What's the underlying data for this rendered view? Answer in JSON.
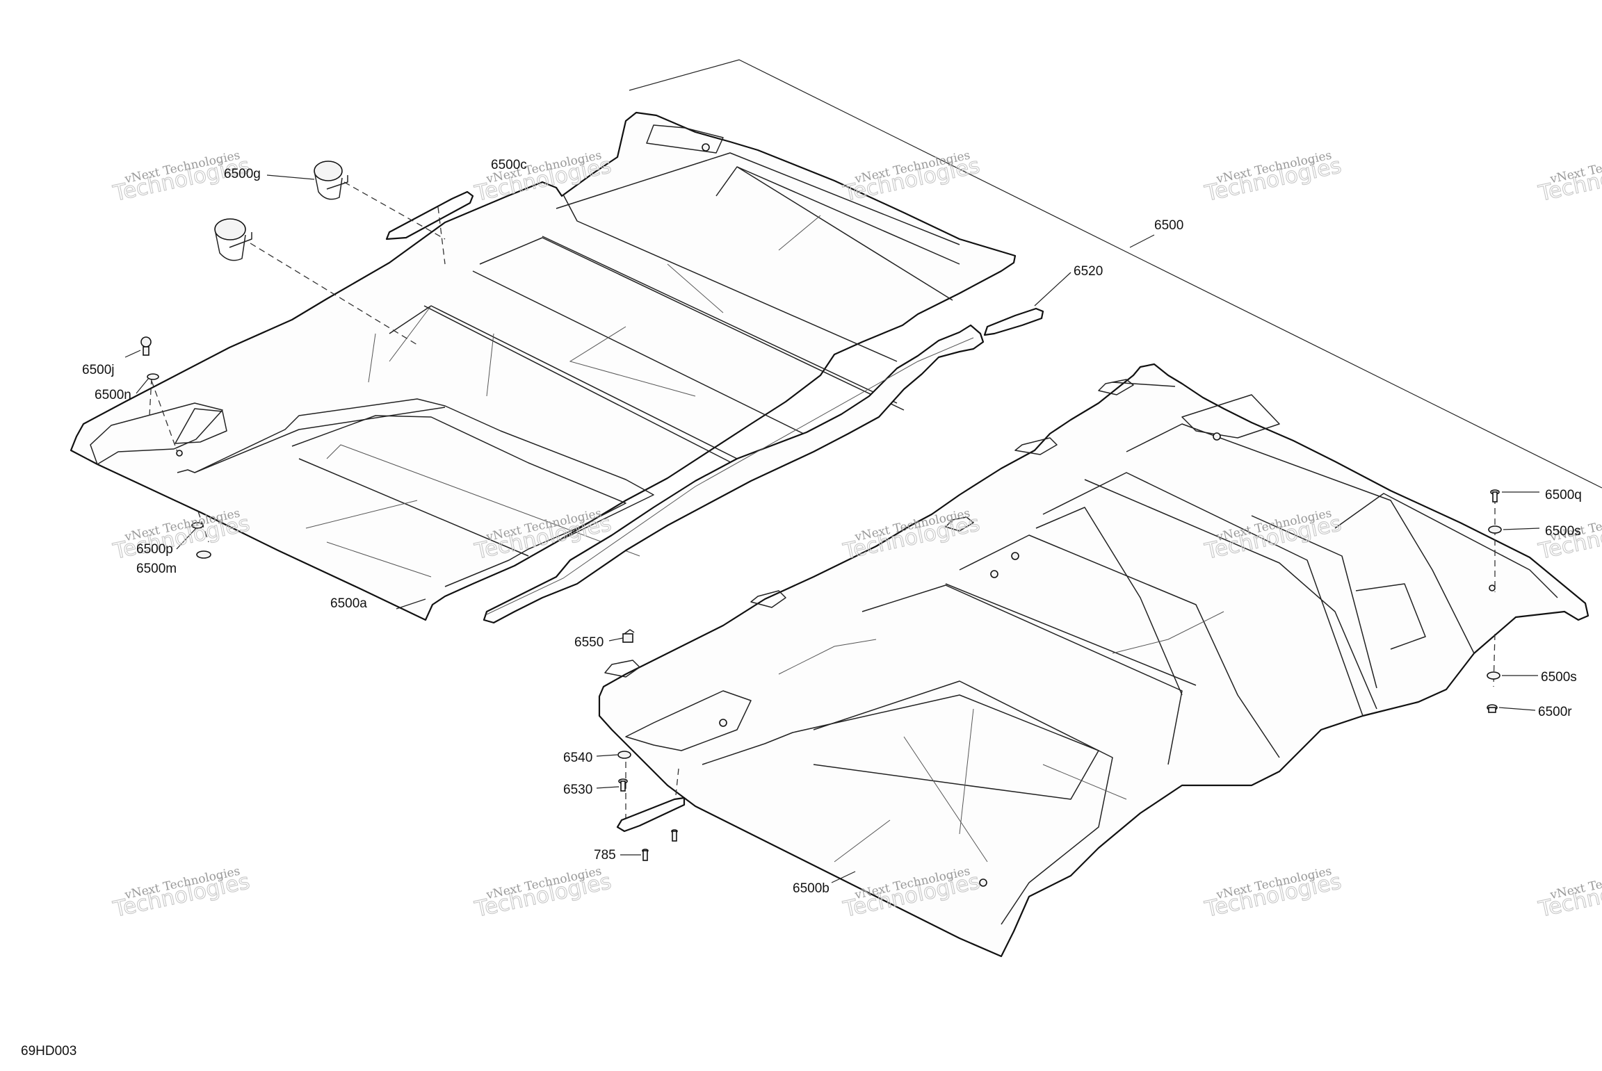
{
  "diagram": {
    "drawing_code": "69HD003",
    "watermark": {
      "line1": "vNext Technologies",
      "line2": "Technologies"
    },
    "callouts": {
      "c6500": "6500",
      "c6500a": "6500a",
      "c6500b": "6500b",
      "c6500c": "6500c",
      "c6500g": "6500g",
      "c6500j": "6500j",
      "c6500n": "6500n",
      "c6500p": "6500p",
      "c6500m": "6500m",
      "c6500q": "6500q",
      "c6500s_top": "6500s",
      "c6500s_bottom": "6500s",
      "c6500r": "6500r",
      "c6520": "6520",
      "c6550": "6550",
      "c6540": "6540",
      "c6530": "6530",
      "c785": "785"
    }
  }
}
